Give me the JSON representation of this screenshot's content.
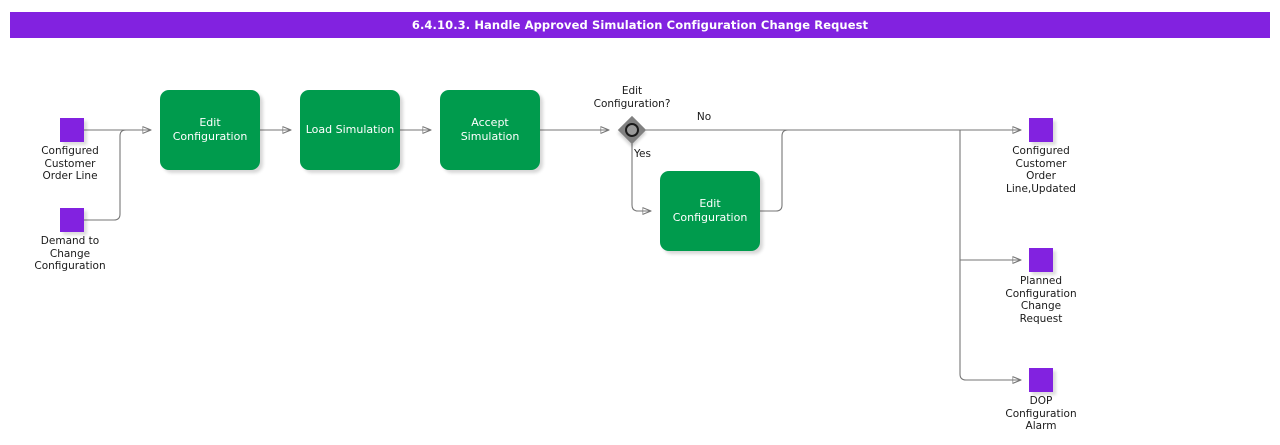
{
  "header": {
    "title": "6.4.10.3. Handle Approved Simulation Configuration Change Request",
    "background_color": "#8222e0",
    "text_color": "#ffffff"
  },
  "theme": {
    "task_color": "#009b4d",
    "data_object_color": "#8222e0",
    "gateway_color": "#808080",
    "connector_color": "#767676",
    "canvas_background": "#ffffff"
  },
  "diagram": {
    "type": "bpmn-process-flow",
    "inputs": [
      {
        "id": "in-configured-customer-order-line",
        "label": "Configured\nCustomer\nOrder Line"
      },
      {
        "id": "in-demand-to-change-configuration",
        "label": "Demand to\nChange\nConfiguration"
      }
    ],
    "tasks": [
      {
        "id": "task-edit-configuration-1",
        "label": "Edit\nConfiguration"
      },
      {
        "id": "task-load-simulation",
        "label": "Load Simulation"
      },
      {
        "id": "task-accept-simulation",
        "label": "Accept\nSimulation"
      },
      {
        "id": "task-edit-configuration-2",
        "label": "Edit\nConfiguration"
      }
    ],
    "gateway": {
      "id": "gateway-edit-configuration",
      "label": "Edit\nConfiguration?",
      "kind": "exclusive-event-gateway",
      "branches": [
        {
          "id": "branch-yes",
          "label": "Yes"
        },
        {
          "id": "branch-no",
          "label": "No"
        }
      ]
    },
    "outputs": [
      {
        "id": "out-configured-customer-order-line-updated",
        "label": "Configured\nCustomer\nOrder\nLine,Updated"
      },
      {
        "id": "out-planned-configuration-change-request",
        "label": "Planned\nConfiguration\nChange\nRequest"
      },
      {
        "id": "out-dop-configuration-alarm",
        "label": "DOP\nConfiguration\nAlarm"
      }
    ]
  }
}
